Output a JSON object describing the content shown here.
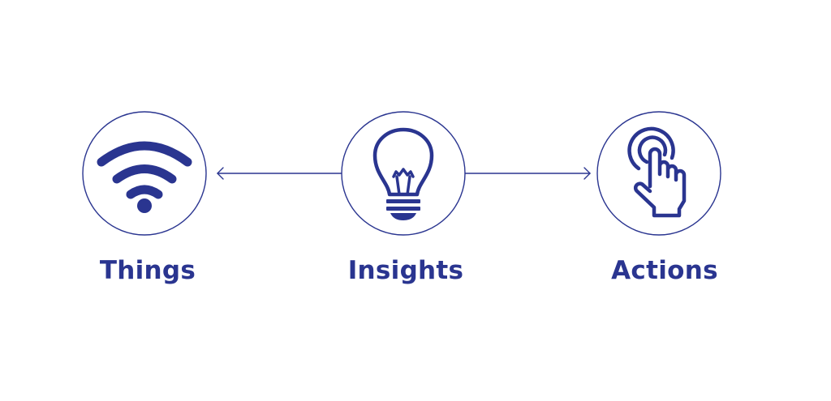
{
  "colors": {
    "primary": "#2a3590",
    "background": "#ffffff"
  },
  "nodes": [
    {
      "id": "things",
      "label": "Things",
      "icon": "wifi-icon"
    },
    {
      "id": "insights",
      "label": "Insights",
      "icon": "lightbulb-icon"
    },
    {
      "id": "actions",
      "label": "Actions",
      "icon": "hand-tap-icon"
    }
  ],
  "edges": [
    {
      "from": "insights",
      "to": "things",
      "direction": "left"
    },
    {
      "from": "insights",
      "to": "actions",
      "direction": "right"
    }
  ]
}
